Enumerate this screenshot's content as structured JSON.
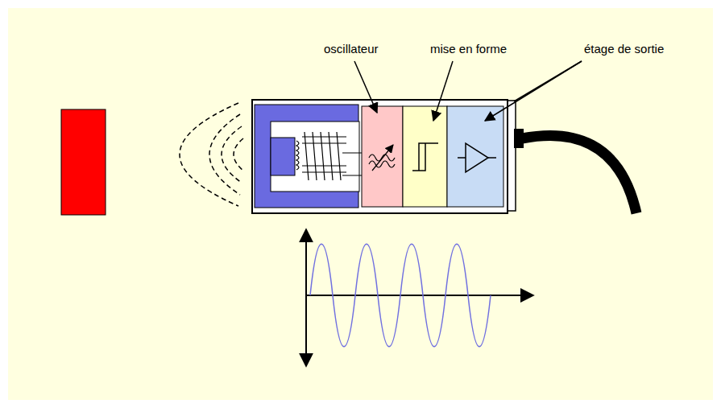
{
  "diagram": {
    "labels": [
      "oscillateur",
      "mise en forme",
      "étage de sortie"
    ]
  }
}
